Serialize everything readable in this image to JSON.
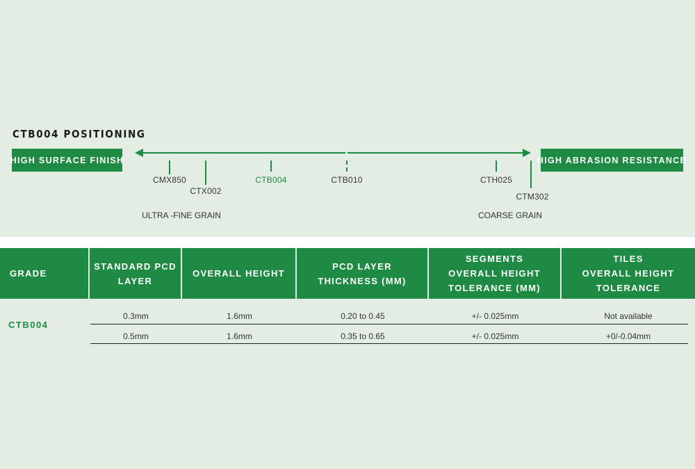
{
  "positioning": {
    "title": "CTB004 POSITIONING",
    "left_label": "HIGH SURFACE FINISH",
    "right_label": "HIGH ABRASION RESISTANCE",
    "markers": [
      "CMX850",
      "CTX002",
      "CTB004",
      "CTB010",
      "CTH025",
      "CTM302"
    ],
    "active_marker": "CTB004",
    "fine_grain_label": "ULTRA -FINE GRAIN",
    "coarse_grain_label": "COARSE GRAIN"
  },
  "table": {
    "headers": [
      "GRADE",
      "STANDARD PCD\nLAYER",
      "OVERALL HEIGHT",
      "PCD LAYER\nTHICKNESS (MM)",
      "SEGMENTS\nOVERALL HEIGHT\nTOLERANCE (MM)",
      "TILES\nOVERALL HEIGHT\nTOLERANCE"
    ],
    "grade": "CTB004",
    "rows": [
      [
        "0.3mm",
        "1.6mm",
        "0.20  to  0.45",
        "+/- 0.025mm",
        "Not available"
      ],
      [
        "0.5mm",
        "1.6mm",
        "0.35  to  0.65",
        "+/- 0.025mm",
        "+0/-0.04mm"
      ]
    ]
  },
  "colors": {
    "accent_green": "#1e8a44",
    "background": "#e3ede3"
  }
}
